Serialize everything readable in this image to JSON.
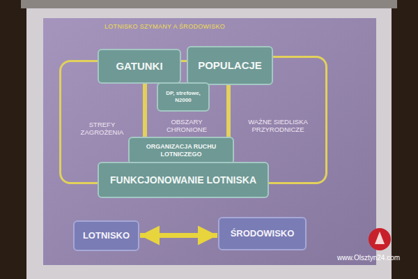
{
  "diagram": {
    "title": "LOTNISKO SZYMANY A ŚRODOWISKO",
    "nodes": [
      {
        "text": [
          "GATUNKI"
        ]
      },
      {
        "text": [
          "POPULACJE"
        ]
      },
      {
        "text": [
          "DP, strefowe, N2000"
        ]
      },
      {
        "text": [
          "STREFY ZAGROŻENIA"
        ]
      },
      {
        "text": [
          "OBSZARY CHRONIONE"
        ]
      },
      {
        "text": [
          "WAŻNE SIEDLISKA PRZYRODNICZE"
        ]
      },
      {
        "text": [
          "ORGANIZACJA RUCHU LOTNICZEGO"
        ]
      },
      {
        "text": [
          "FUNKCJONOWANIE LOTNISKA"
        ]
      },
      {
        "text": [
          "LOTNISKO"
        ]
      },
      {
        "text": [
          "ŚRODOWISKO"
        ]
      }
    ],
    "edges": [
      {
        "from": 8,
        "to": 9,
        "arrow": "both"
      }
    ],
    "labels": [
      "www.Olsztyn24.com"
    ]
  }
}
